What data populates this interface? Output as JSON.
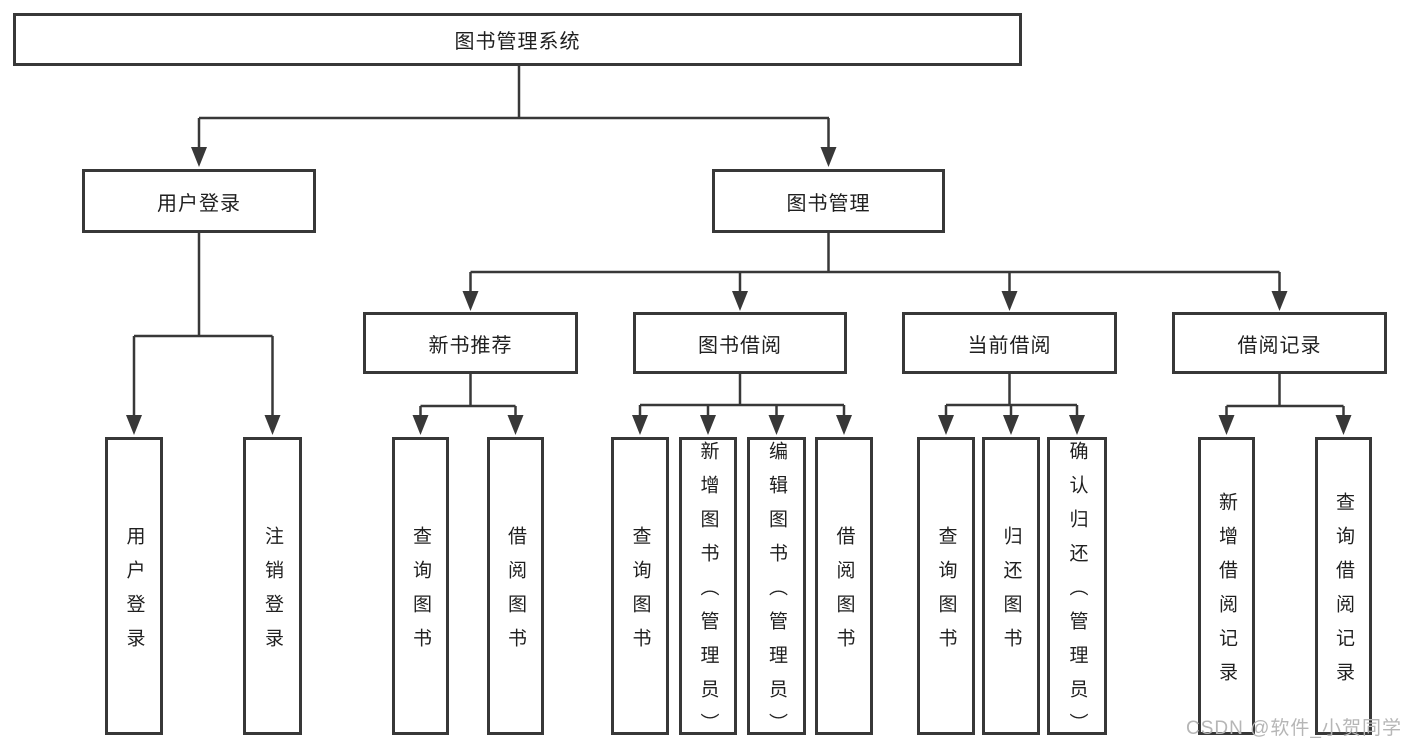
{
  "diagram": {
    "type": "hierarchy",
    "root": "图书管理系统",
    "children": [
      {
        "label": "用户登录",
        "children": [
          {
            "label": "用户登录"
          },
          {
            "label": "注销登录"
          }
        ]
      },
      {
        "label": "图书管理",
        "children": [
          {
            "label": "新书推荐",
            "children": [
              {
                "label": "查询图书"
              },
              {
                "label": "借阅图书"
              }
            ]
          },
          {
            "label": "图书借阅",
            "children": [
              {
                "label": "查询图书"
              },
              {
                "label": "新增图书（管理员）"
              },
              {
                "label": "编辑图书（管理员）"
              },
              {
                "label": "借阅图书"
              }
            ]
          },
          {
            "label": "当前借阅",
            "children": [
              {
                "label": "查询图书"
              },
              {
                "label": "归还图书"
              },
              {
                "label": "确认归还（管理员）"
              }
            ]
          },
          {
            "label": "借阅记录",
            "children": [
              {
                "label": "新增借阅记录"
              },
              {
                "label": "查询借阅记录"
              }
            ]
          }
        ]
      }
    ]
  },
  "watermark": {
    "text": "CSDN @软件_小贺同学"
  },
  "colors": {
    "line": "#383838",
    "text": "#1f1f1f",
    "watermark": "#b6b6b6",
    "background": "#ffffff"
  }
}
